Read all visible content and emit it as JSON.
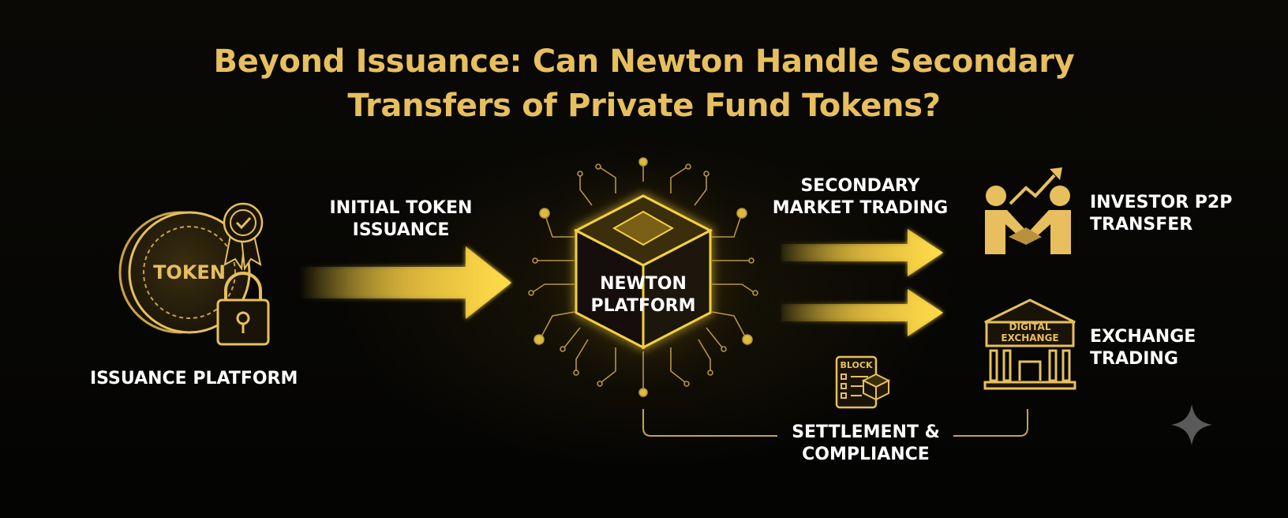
{
  "title": {
    "line1": "Beyond Issuance: Can Newton Handle Secondary",
    "line2": "Transfers of Private Fund Tokens?"
  },
  "nodes": {
    "issuance_platform": {
      "label": "ISSUANCE PLATFORM",
      "coin_text": "TOKEN"
    },
    "newton": {
      "line1": "NEWTON",
      "line2": "PLATFORM"
    },
    "investor_p2p": {
      "line1": "INVESTOR P2P",
      "line2": "TRANSFER"
    },
    "exchange": {
      "line1": "EXCHANGE",
      "line2": "TRADING",
      "building_line1": "DIGITAL",
      "building_line2": "EXCHANGE"
    }
  },
  "edges": {
    "initial_issuance": {
      "line1": "INITIAL TOKEN",
      "line2": "ISSUANCE"
    },
    "secondary_market": {
      "line1": "SECONDARY",
      "line2": "MARKET TRADING"
    },
    "settlement": {
      "line1": "SETTLEMENT &",
      "line2": "COMPLIANCE",
      "block_text": "BLOCK"
    }
  },
  "colors": {
    "gold": "#e7bf5e",
    "bright_gold": "#f5d040",
    "text": "#ffffff",
    "background": "#050403"
  },
  "icons": [
    "token-coin-icon",
    "award-ribbon-icon",
    "padlock-icon",
    "circuit-cube-icon",
    "handshake-growth-icon",
    "exchange-building-icon",
    "block-ledger-icon",
    "sparkle-icon"
  ]
}
